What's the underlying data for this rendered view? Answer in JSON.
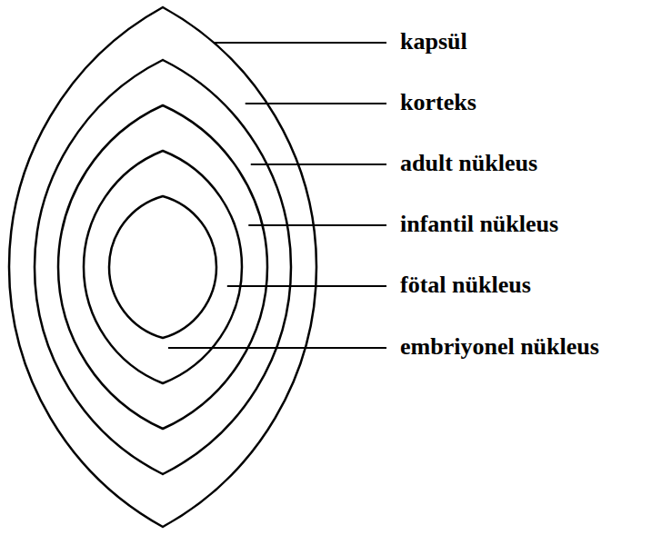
{
  "diagram": {
    "labels": [
      "kapsül",
      "korteks",
      "adult nükleus",
      "infantil nükleus",
      "fötal nükleus",
      "embriyonel nükleus"
    ]
  }
}
